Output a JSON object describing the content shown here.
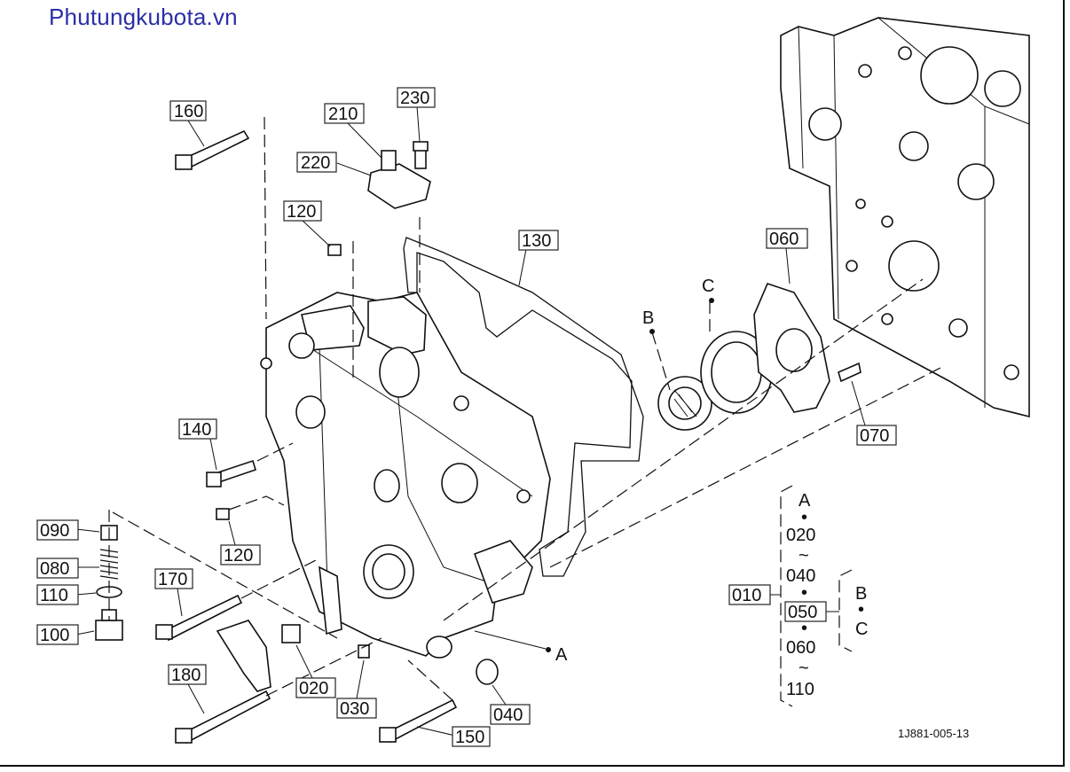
{
  "watermark": "Phutungkubota.vn",
  "figure_code": "1J881-005-13",
  "part_labels": [
    "160",
    "210",
    "230",
    "220",
    "120",
    "130",
    "060",
    "C",
    "B",
    "070",
    "140",
    "090",
    "120",
    "080",
    "170",
    "110",
    "100",
    "020",
    "030",
    "A",
    "040",
    "180",
    "150"
  ],
  "legend": {
    "top": "A",
    "range_start": "020",
    "range_end": "040",
    "row_main": "010",
    "row_highlight": "050",
    "range2_start": "060",
    "range2_end": "110",
    "side_b": "B",
    "side_c": "C",
    "dot": "•",
    "tilde": "~"
  }
}
